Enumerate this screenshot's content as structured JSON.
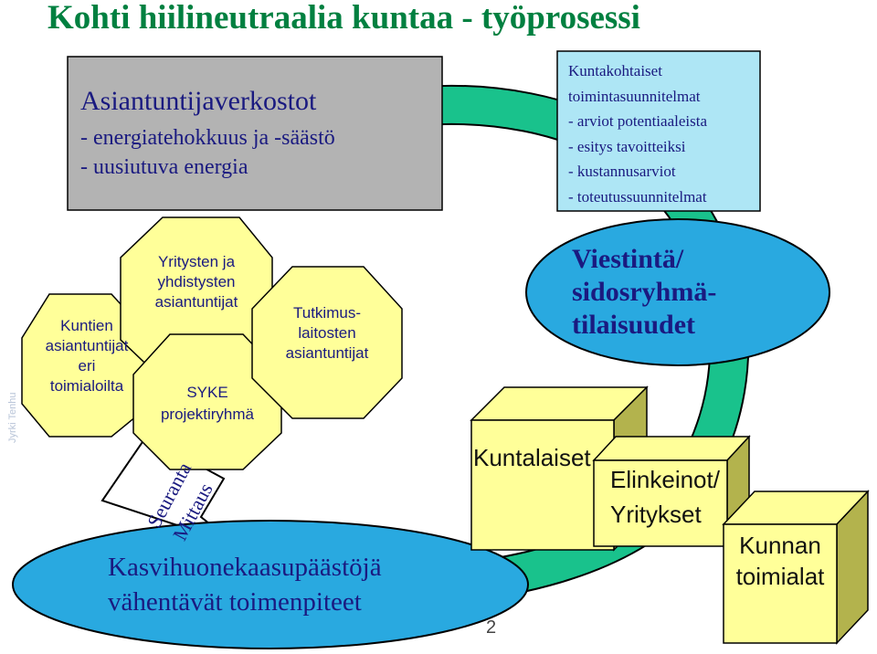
{
  "title": "Kohti hiilineutraalia kuntaa - työprosessi",
  "author_watermark": "Jyrki Tenhu",
  "page_number": "2",
  "expert_networks": {
    "heading": "Asiantuntijaverkostot",
    "lines": [
      "- energiatehokkuus ja -säästö",
      "- uusiutuva energia"
    ]
  },
  "action_plans": {
    "lines": [
      "Kuntakohtaiset",
      "toimintasuunnitelmat",
      "- arviot potentiaaleista",
      "- esitys tavoitteiksi",
      "- kustannusarviot",
      "- toteutussuunnitelmat"
    ]
  },
  "communication": {
    "lines": [
      "Viestintä/",
      "sidosryhmä-",
      "tilaisuudet"
    ]
  },
  "experts": {
    "municipal": [
      "Kuntien",
      "asiantuntijat",
      "eri",
      "toimialoilta"
    ],
    "companies": [
      "Yritysten ja",
      "yhdistysten",
      "asiantuntijat"
    ],
    "syke": [
      "SYKE",
      "projektiryhmä"
    ],
    "research": [
      "Tutkimus-",
      "laitosten",
      "asiantuntijat"
    ]
  },
  "monitoring_arrow": [
    "Seuranta",
    "Mittaus"
  ],
  "reduction_measures": [
    "Kasvihuonekaasupäästöjä",
    "vähentävät toimenpiteet"
  ],
  "boxes": {
    "residents": "Kuntalaiset",
    "business": [
      "Elinkeinot/",
      "Yritykset"
    ],
    "municipal_sectors": [
      "Kunnan",
      "toimialat"
    ]
  },
  "colors": {
    "title_green": "#008040",
    "cycle_green": "#19c28c",
    "gray_box": "#b3b3b3",
    "light_blue": "#aee6f5",
    "ellipse_blue": "#29a9e0",
    "octagon_yellow": "#ffff99",
    "cube_yellow": "#ffff99"
  }
}
